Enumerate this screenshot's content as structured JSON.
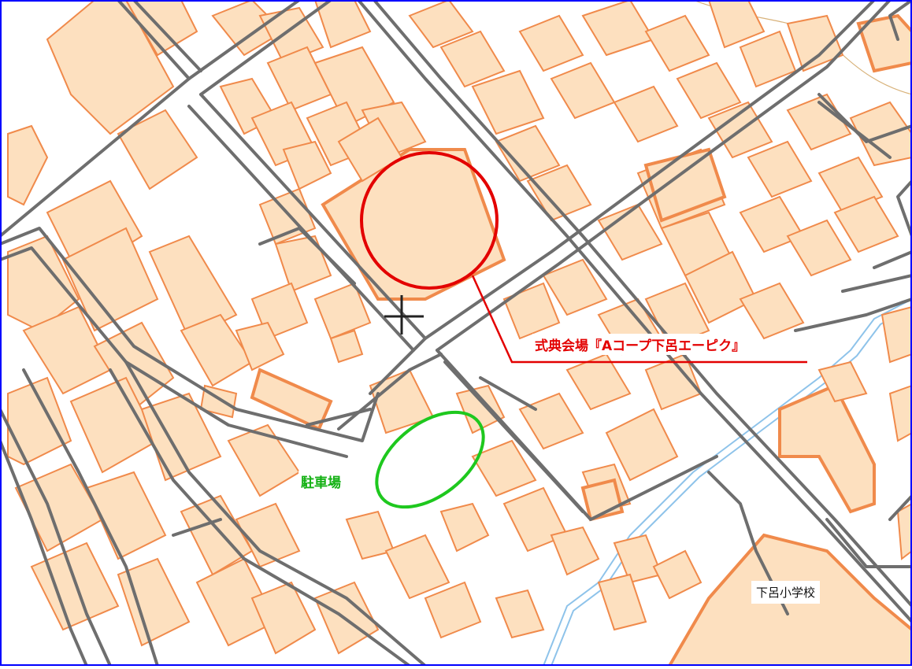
{
  "map": {
    "labels": {
      "venue": "式典会場『Aコープ下呂エーピク』",
      "parking": "駐車場",
      "school": "下呂小学校"
    },
    "icons": {
      "crosshair": "crosshair-icon",
      "venue_marker": "circle-marker",
      "parking_marker": "ellipse-marker"
    },
    "colors": {
      "building_fill": "#fde0bf",
      "building_stroke": "#f08a4b",
      "road": "#6e6e6e",
      "river": "#8ec3ea",
      "venue_marker": "#e30000",
      "parking_marker": "#1ec81e",
      "frame": "#0000ff"
    }
  }
}
